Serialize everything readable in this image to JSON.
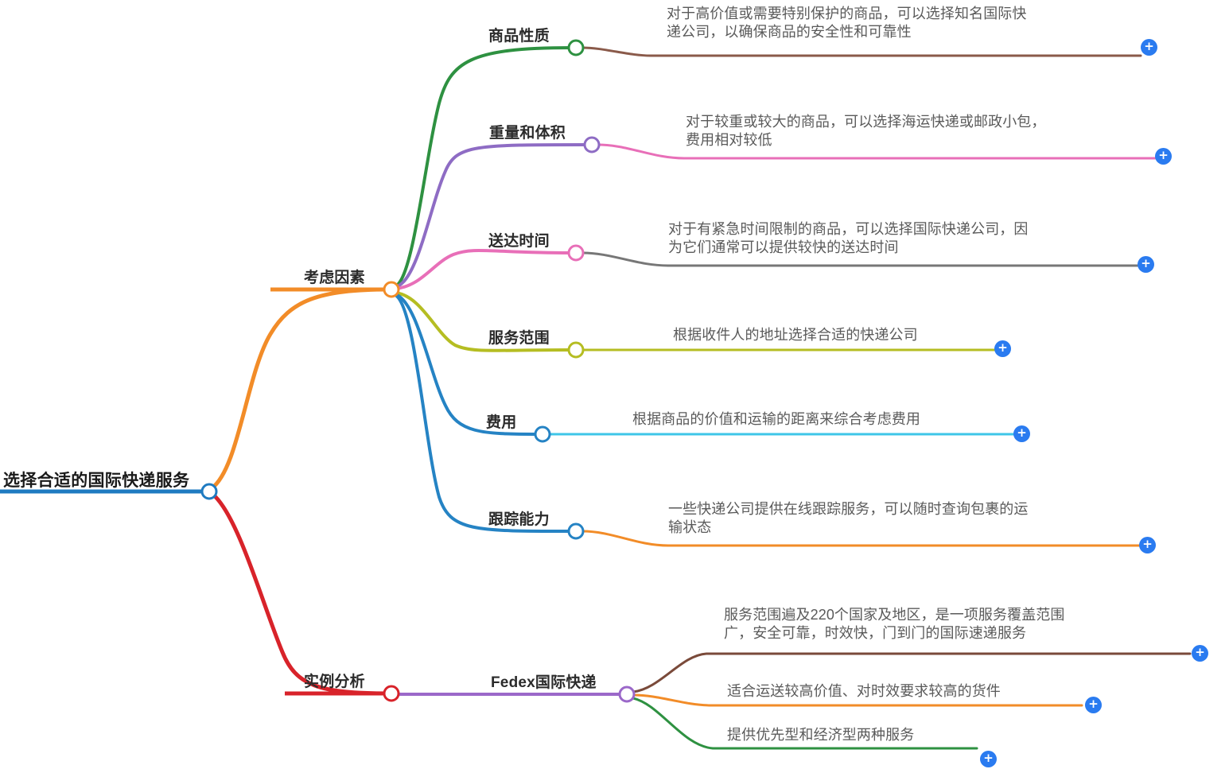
{
  "title": "选择合适的国际快递服务",
  "colors": {
    "root_accent": "#1f7bc1",
    "plus_button": "#2a7bf0",
    "considerations": "#f28c28",
    "case_study": "#d8232a",
    "commodity_nature": "#2e9141",
    "commodity_nature_leaf": "#8a5a4a",
    "weight_volume": "#8e6cc4",
    "weight_volume_leaf": "#e86fb8",
    "delivery_time": "#e86fb8",
    "delivery_time_leaf": "#777777",
    "service_scope": "#b5bd22",
    "cost": "#2583c4",
    "cost_leaf": "#3ec6e8",
    "tracking": "#2583c4",
    "tracking_leaf": "#f28c28",
    "fedex": "#9b68c9",
    "fedex_leaf_1": "#7a4a3a",
    "fedex_leaf_2": "#f28c28",
    "fedex_leaf_3": "#2e9141"
  },
  "root": {
    "label": "选择合适的国际快递服务",
    "node_name": "root-node"
  },
  "branches": [
    {
      "id": "considerations",
      "label": "考虑因素",
      "children": [
        {
          "id": "commodity-nature",
          "label": "商品性质",
          "leaf": "对于高价值或需要特别保护的商品，可以选择知名国际快\n递公司，以确保商品的安全性和可靠性",
          "plus_label": "+"
        },
        {
          "id": "weight-volume",
          "label": "重量和体积",
          "leaf": "对于较重或较大的商品，可以选择海运快递或邮政小包，\n费用相对较低",
          "plus_label": "+"
        },
        {
          "id": "delivery-time",
          "label": "送达时间",
          "leaf": "对于有紧急时间限制的商品，可以选择国际快递公司，因\n为它们通常可以提供较快的送达时间",
          "plus_label": "+"
        },
        {
          "id": "service-scope",
          "label": "服务范围",
          "leaf": "根据收件人的地址选择合适的快递公司",
          "plus_label": "+"
        },
        {
          "id": "cost",
          "label": "费用",
          "leaf": "根据商品的价值和运输的距离来综合考虑费用",
          "plus_label": "+"
        },
        {
          "id": "tracking",
          "label": "跟踪能力",
          "leaf": "一些快递公司提供在线跟踪服务，可以随时查询包裹的运\n输状态",
          "plus_label": "+"
        }
      ]
    },
    {
      "id": "case-study",
      "label": "实例分析",
      "children": [
        {
          "id": "fedex",
          "label": "Fedex国际快递",
          "leaves": [
            {
              "id": "fedex-coverage",
              "text": "服务范围遍及220个国家及地区，是一项服务覆盖范围\n广，安全可靠，时效快，门到门的国际速递服务",
              "plus_label": "+"
            },
            {
              "id": "fedex-suitability",
              "text": "适合运送较高价值、对时效要求较高的货件",
              "plus_label": "+"
            },
            {
              "id": "fedex-service-types",
              "text": "提供优先型和经济型两种服务",
              "plus_label": "+"
            }
          ]
        }
      ]
    }
  ]
}
